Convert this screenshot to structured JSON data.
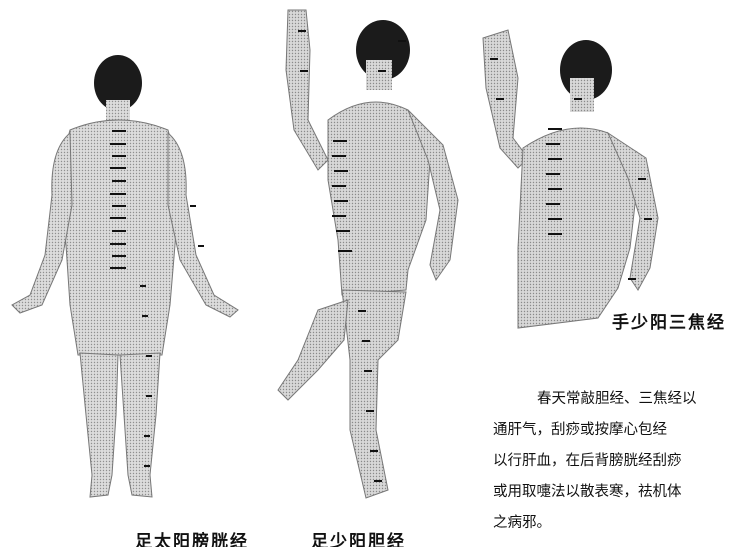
{
  "figures": [
    {
      "label": "足太阳膀胱经"
    },
    {
      "label": "足少阳胆经"
    },
    {
      "label": "手少阳三焦经"
    }
  ],
  "caption_lines": [
    "春天常敲胆经、三焦经以",
    "通肝气，刮痧或按摩心包经",
    "以行肝血，在后背膀胱经刮痧",
    "或用取嚏法以散表寒，祛机体",
    "之病邪。"
  ],
  "colors": {
    "ink": "#111111",
    "paper": "#ffffff",
    "skin_light": "#e6e6e6",
    "skin_shade": "#9a9a9a"
  }
}
